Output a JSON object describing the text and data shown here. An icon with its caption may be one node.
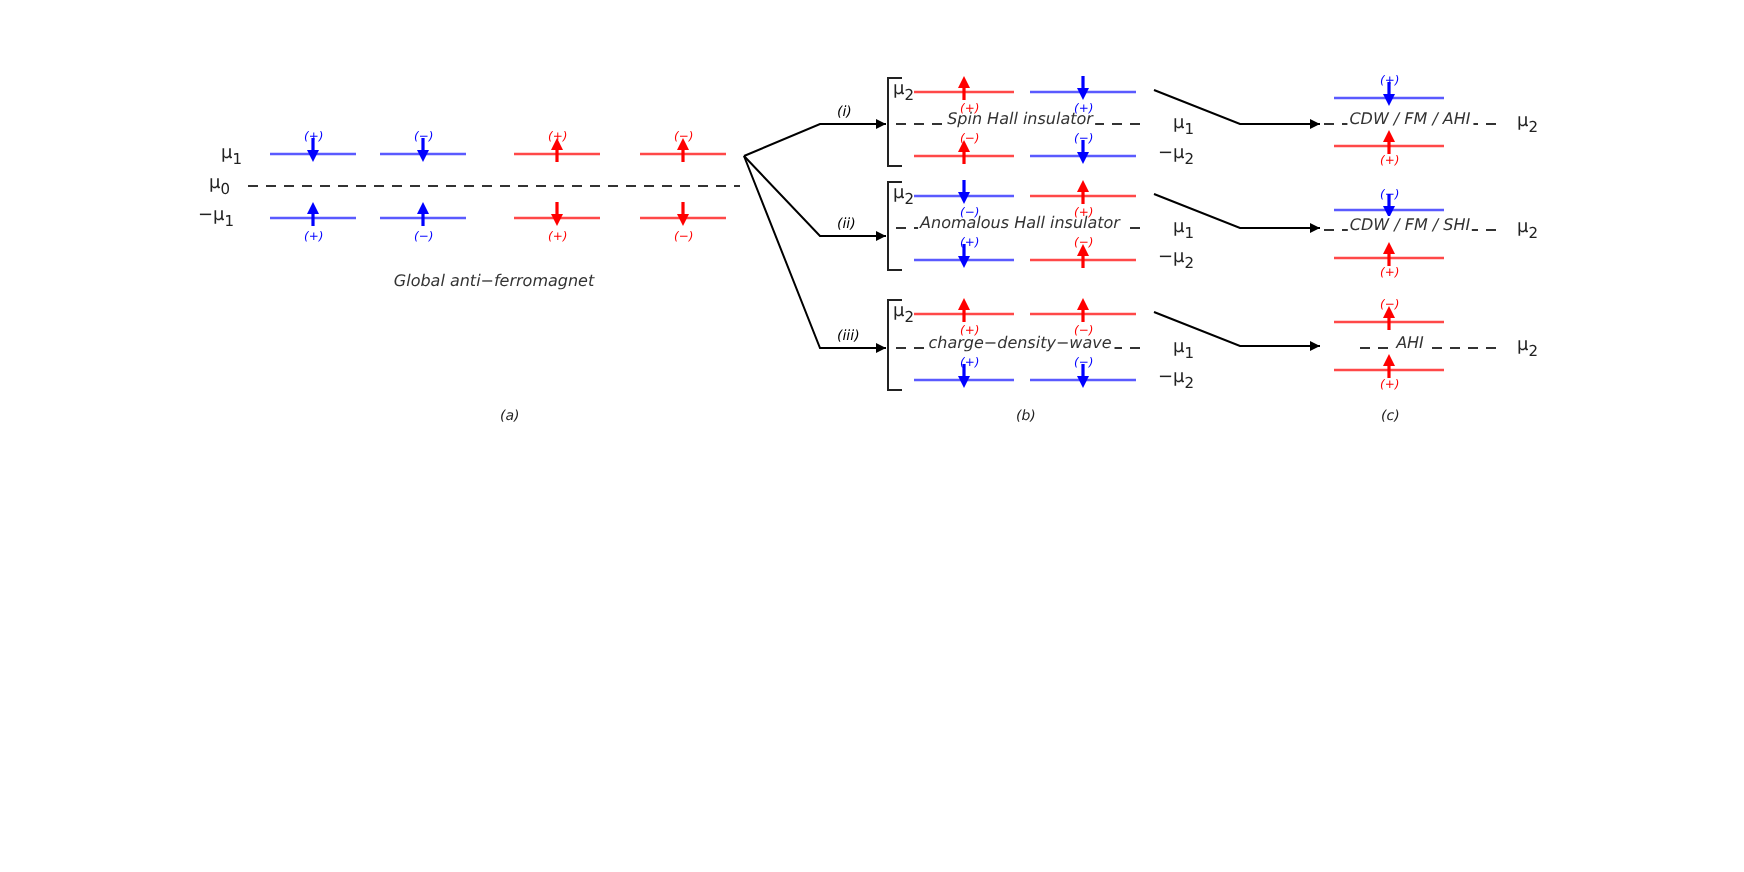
{
  "diagram": {
    "nodes": [
      {
        "text": [
          "Global anti−ferromagnet"
        ]
      },
      {
        "text": [
          "Spin Hall insulator"
        ],
        "beside": [
          "μ$_{1}$"
        ]
      },
      {
        "text": [
          "Anomalous Hall insulator"
        ],
        "beside": [
          "μ$_{1}$"
        ]
      },
      {
        "text": [
          "charge−density−wave"
        ],
        "beside": [
          "μ$_{1}$"
        ]
      },
      {
        "text": [
          "CDW / FM / AHI"
        ],
        "beside": [
          "μ$_{2}$"
        ]
      },
      {
        "text": [
          "CDW / FM / SHI"
        ],
        "beside": [
          "μ$_{2}$"
        ]
      },
      {
        "text": [
          "AHI"
        ],
        "beside": [
          "μ$_{2}$"
        ]
      }
    ],
    "edges": [
      {
        "from": 0,
        "to": 1,
        "arrow": "to",
        "label": "(i)"
      },
      {
        "from": 0,
        "to": 2,
        "arrow": "to",
        "label": "(ii)"
      },
      {
        "from": 0,
        "to": 3,
        "arrow": "to",
        "label": "(iii)"
      },
      {
        "from": 1,
        "to": 4,
        "arrow": "to"
      },
      {
        "from": 2,
        "to": 5,
        "arrow": "to"
      },
      {
        "from": 3,
        "to": 6,
        "arrow": "to"
      }
    ],
    "labels": [
      "(+)",
      "(−)",
      "(+)",
      "(−)",
      "μ$_{1}$",
      "μ$_{0}$",
      "−μ$_{1}$",
      "(+)",
      "(−)",
      "(+)",
      "(−)",
      "(a)",
      "μ$_{2}$",
      "(+)",
      "(+)",
      "(−)",
      "(−)",
      "−μ$_{2}$",
      "μ$_{2}$",
      "(−)",
      "(+)",
      "(+)",
      "(−)",
      "−μ$_{2}$",
      "μ$_{2}$",
      "(+)",
      "(−)",
      "(+)",
      "(−)",
      "−μ$_{2}$",
      "(b)",
      "(+)",
      "(+)",
      "(−)",
      "(+)",
      "(−)",
      "(+)",
      "(c)"
    ]
  }
}
